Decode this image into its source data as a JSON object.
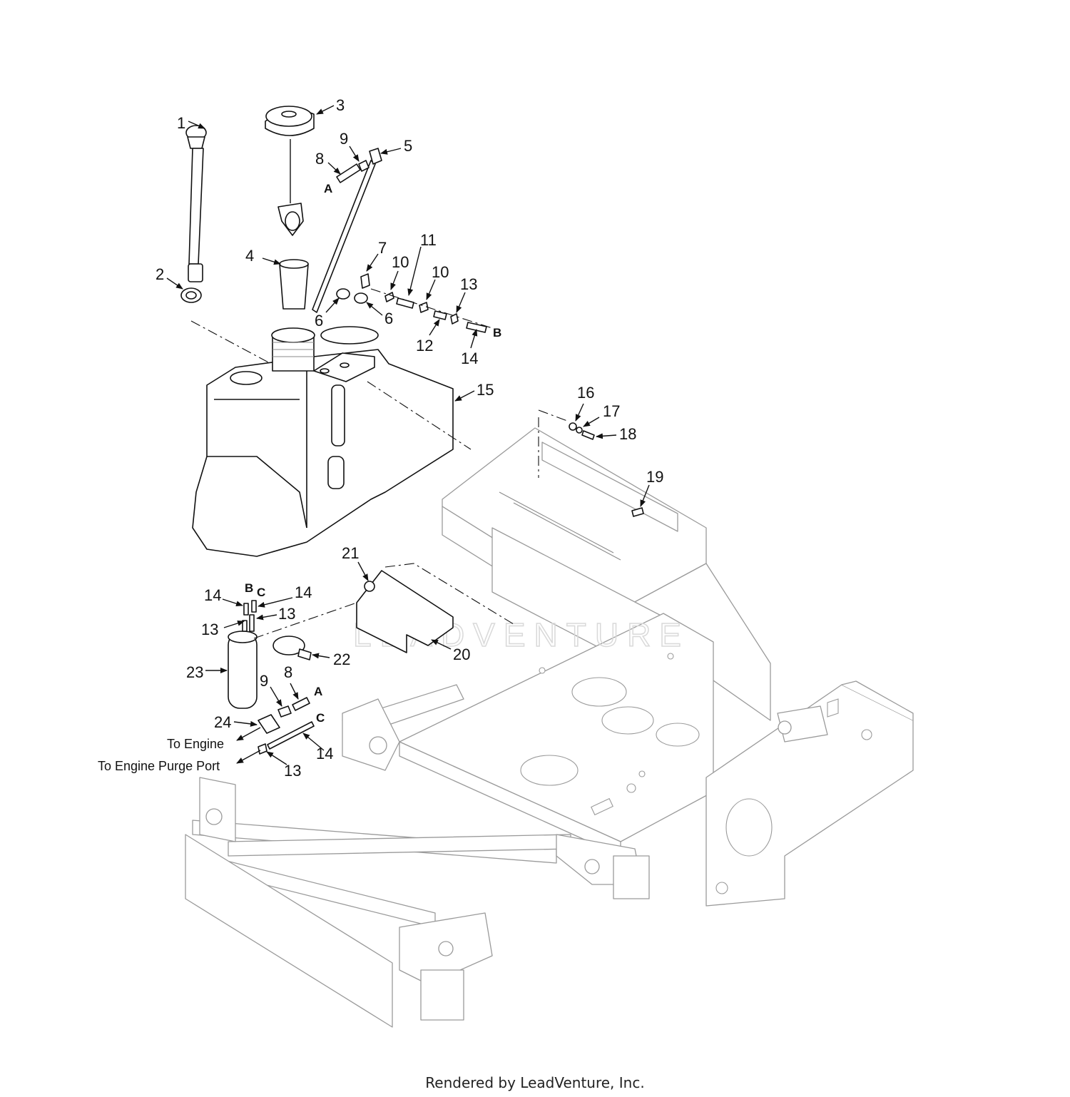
{
  "callouts": {
    "n1": "1",
    "n2": "2",
    "n3": "3",
    "n4": "4",
    "n5": "5",
    "n6a": "6",
    "n6b": "6",
    "n7": "7",
    "n8a": "8",
    "n8b": "8",
    "n9a": "9",
    "n9b": "9",
    "n10a": "10",
    "n10b": "10",
    "n11": "11",
    "n12": "12",
    "n13a": "13",
    "n13b": "13",
    "n13c": "13",
    "n13d": "13",
    "n14a": "14",
    "n14b": "14",
    "n14c": "14",
    "n14d": "14",
    "n15": "15",
    "n16": "16",
    "n17": "17",
    "n18": "18",
    "n19": "19",
    "n20": "20",
    "n21": "21",
    "n22": "22",
    "n23": "23",
    "n24": "24"
  },
  "connection_letters": {
    "a_top": "A",
    "b_top": "B",
    "b_filter": "B",
    "c_filter": "C",
    "a_lower": "A",
    "c_lower": "C"
  },
  "notes": {
    "to_engine": "To Engine",
    "to_engine_purge": "To Engine Purge Port"
  },
  "watermark": "LEADVENTURE",
  "footer": "Rendered by LeadVenture, Inc."
}
